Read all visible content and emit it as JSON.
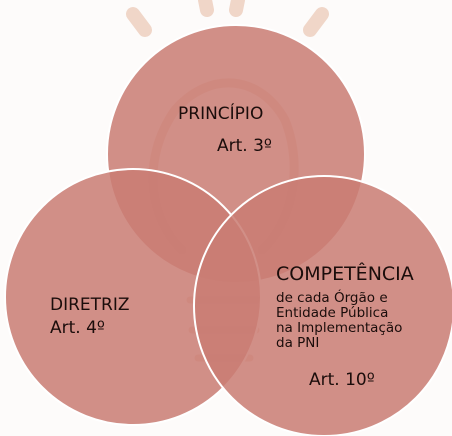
{
  "colors": {
    "background": "#fdfbfa",
    "circle_fill": "#c97d73",
    "circle_stroke": "#ffffff",
    "watermark": "#f0d6c8"
  },
  "icons": {
    "watermark": "lightbulb-icon"
  },
  "circles": {
    "principio": {
      "title": "PRINCÍPIO",
      "article": "Art. 3º"
    },
    "diretriz": {
      "title": "DIRETRIZ",
      "article": "Art. 4º"
    },
    "competencia": {
      "title": "COMPETÊNCIA",
      "description": [
        "de cada Órgão e",
        "Entidade Pública",
        "na Implementação",
        "da PNI"
      ],
      "article": "Art. 10º"
    }
  }
}
